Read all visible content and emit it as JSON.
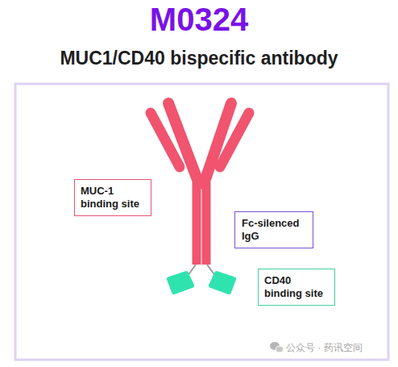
{
  "diagram": {
    "title": "M0324",
    "nodes": [
      {
        "text": [
          "MUC-1 binding site"
        ]
      },
      {
        "text": [
          "Fc-silenced IgG"
        ]
      },
      {
        "text": [
          "CD40 binding site"
        ]
      }
    ],
    "labels": [
      "MUC1/CD40 bispecific antibody",
      "公众号 · 药讯空间"
    ]
  }
}
